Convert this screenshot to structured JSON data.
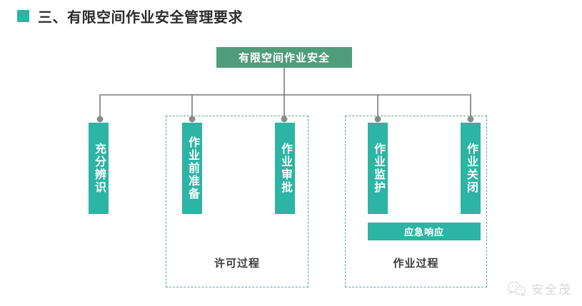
{
  "header": {
    "bullet_icon": "square-bullet-icon",
    "title": "三、有限空间作业安全管理要求",
    "accent_color": "#2cb4a4"
  },
  "diagram": {
    "root": {
      "label": "有限空间作业安全",
      "color": "#4f9c7b"
    },
    "nodes": [
      {
        "label": "充分辨识",
        "color": "#2cb4a4"
      },
      {
        "label": "作业前准备",
        "color": "#2cb4a4"
      },
      {
        "label": "作业审批",
        "color": "#2cb4a4"
      },
      {
        "label": "作业监护",
        "color": "#2cb4a4"
      },
      {
        "label": "作业关闭",
        "color": "#2cb4a4"
      }
    ],
    "emergency": {
      "label": "应急响应",
      "color": "#2cb4a4"
    },
    "groups": [
      {
        "label": "许可过程",
        "border_color": "#57a59b"
      },
      {
        "label": "作业过程",
        "border_color": "#57a59b"
      }
    ],
    "connector_color": "#7a7a7a"
  },
  "watermark": {
    "icon": "wechat-icon",
    "text": "安全茂"
  }
}
